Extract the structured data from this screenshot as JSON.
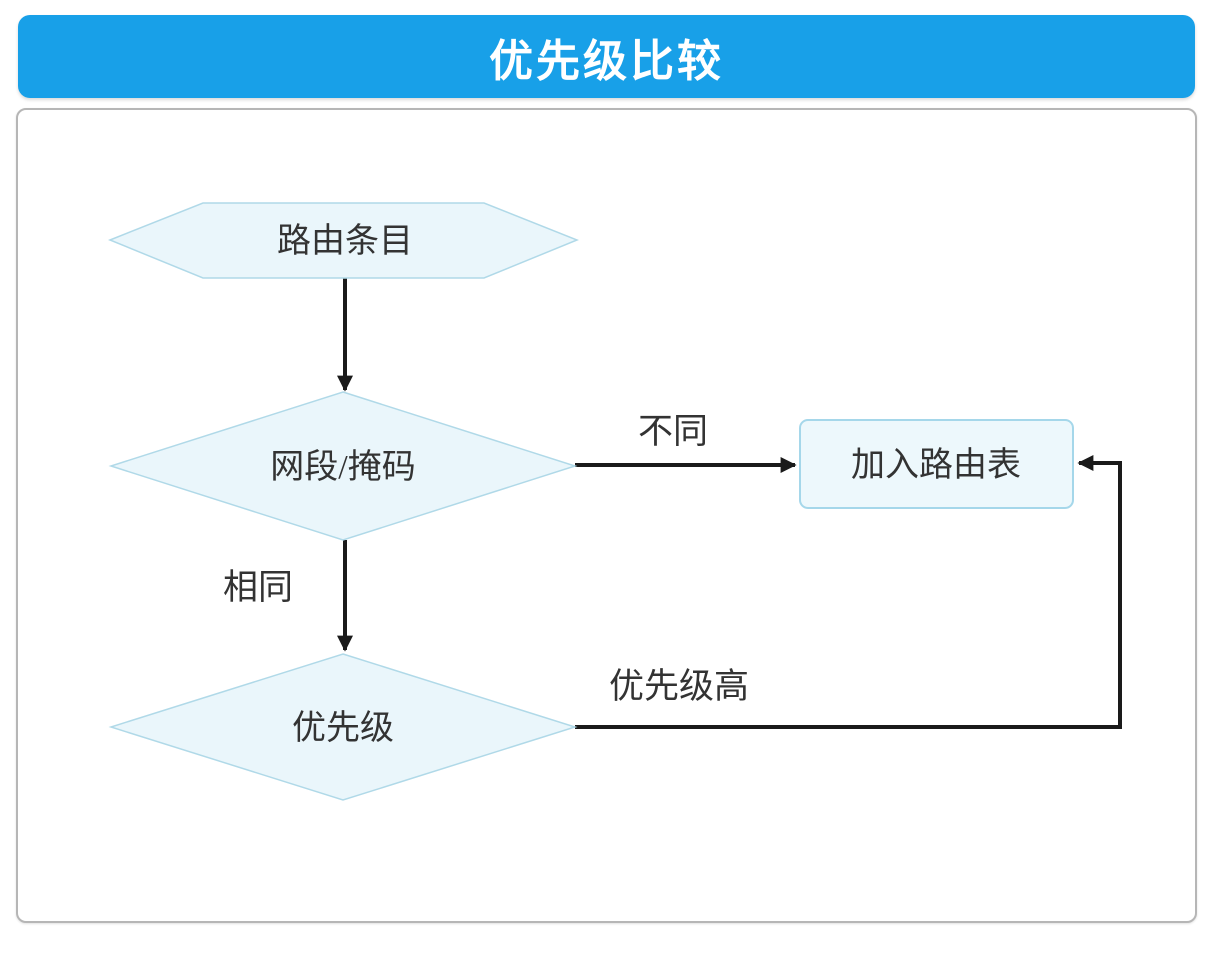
{
  "title": "优先级比较",
  "colors": {
    "banner_background": "#18a0e8",
    "title_text": "#ffffff",
    "panel_border": "#b6b6b6",
    "shape_fill": "#eaf6fb",
    "shape_border": "#b0d9e8",
    "rect_fill": "#edf8fc",
    "rect_border": "#a5d7ea",
    "arrow": "#1a1a1a",
    "label_text": "#333333"
  },
  "diagram": {
    "nodes": [
      {
        "id": "route-entry",
        "type": "hexagon",
        "label": "路由条目"
      },
      {
        "id": "segment-mask",
        "type": "diamond",
        "label": "网段/掩码"
      },
      {
        "id": "add-routing-table",
        "type": "rectangle",
        "label": "加入路由表"
      },
      {
        "id": "priority",
        "type": "diamond",
        "label": "优先级"
      }
    ],
    "edges": [
      {
        "from": "route-entry",
        "to": "segment-mask",
        "label": ""
      },
      {
        "from": "segment-mask",
        "to": "add-routing-table",
        "label": "不同"
      },
      {
        "from": "segment-mask",
        "to": "priority",
        "label": "相同"
      },
      {
        "from": "priority",
        "to": "add-routing-table",
        "label": "优先级高"
      }
    ]
  }
}
